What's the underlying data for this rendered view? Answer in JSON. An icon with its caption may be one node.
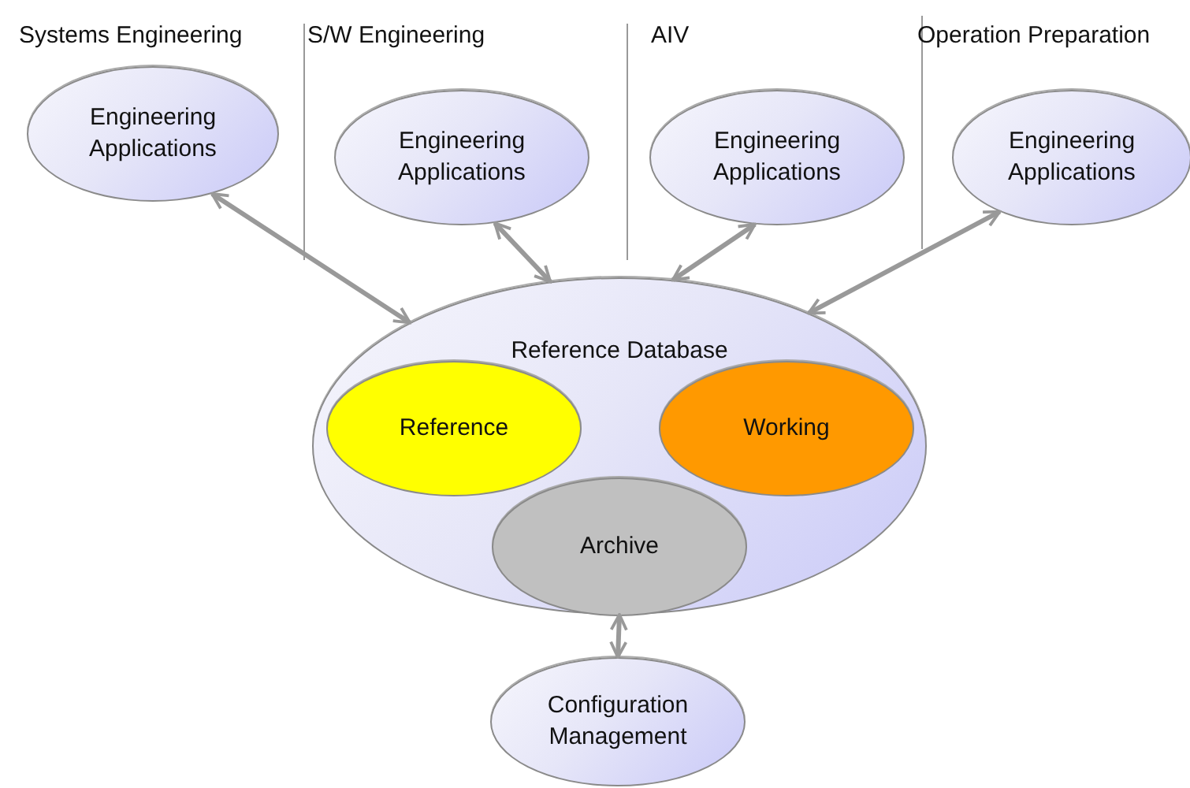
{
  "diagram": {
    "nodes": [
      {
        "text": [
          "Engineering Applications"
        ]
      },
      {
        "text": [
          "Engineering Applications"
        ]
      },
      {
        "text": [
          "Engineering Applications"
        ]
      },
      {
        "text": [
          "Engineering Applications"
        ]
      },
      {
        "text": [
          "Reference Database"
        ]
      },
      {
        "text": [
          "Reference"
        ],
        "in": 4
      },
      {
        "text": [
          "Working"
        ],
        "in": 4
      },
      {
        "text": [
          "Archive"
        ],
        "in": 4
      },
      {
        "text": [
          "Configuration Management"
        ]
      }
    ],
    "edges": [
      {
        "from": 0,
        "to": 4,
        "arrow": "both"
      },
      {
        "from": 1,
        "to": 4,
        "arrow": "both"
      },
      {
        "from": 2,
        "to": 4,
        "arrow": "both"
      },
      {
        "from": 3,
        "to": 4,
        "arrow": "both"
      },
      {
        "from": 4,
        "to": 8,
        "arrow": "both"
      }
    ],
    "labels": [
      "Systems Engineering",
      "S/W Engineering",
      "AIV",
      "Operation Preparation"
    ]
  }
}
